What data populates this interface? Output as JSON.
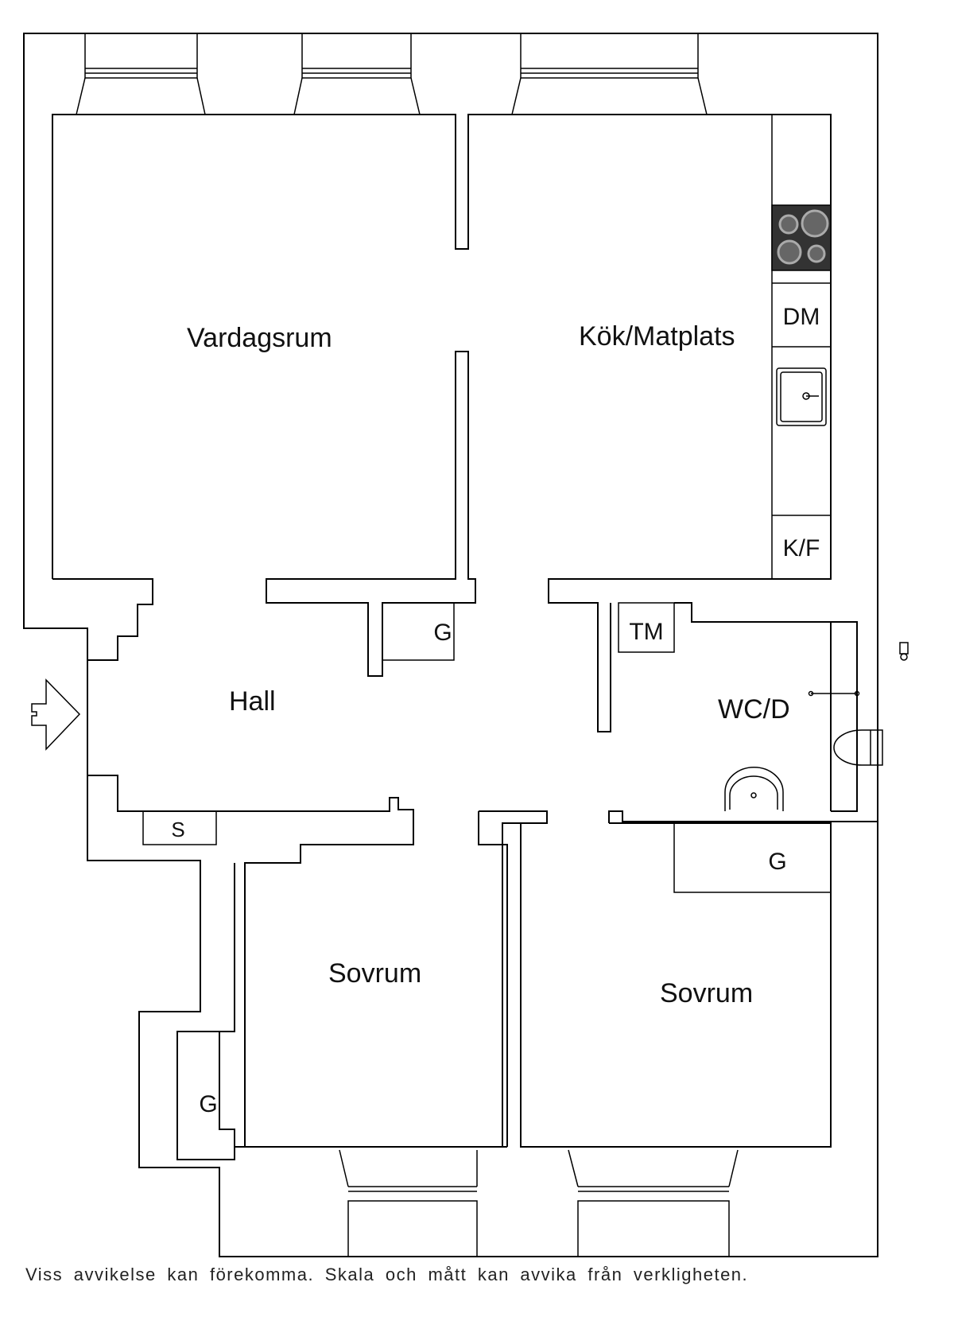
{
  "rooms": {
    "living": "Vardagsrum",
    "kitchen": "Kök/Matplats",
    "hall": "Hall",
    "wc": "WC/D",
    "bedroom_left": "Sovrum",
    "bedroom_right": "Sovrum"
  },
  "fixtures": {
    "dishwasher": "DM",
    "fridge_freezer": "K/F",
    "dryer": "TM",
    "wardrobe_hall": "G",
    "wardrobe_bedroom_right": "G",
    "wardrobe_bedroom_left": "G",
    "storage_hall": "S"
  },
  "disclaimer": "Viss avvikelse kan förekomma. Skala och mått kan avvika från verkligheten."
}
